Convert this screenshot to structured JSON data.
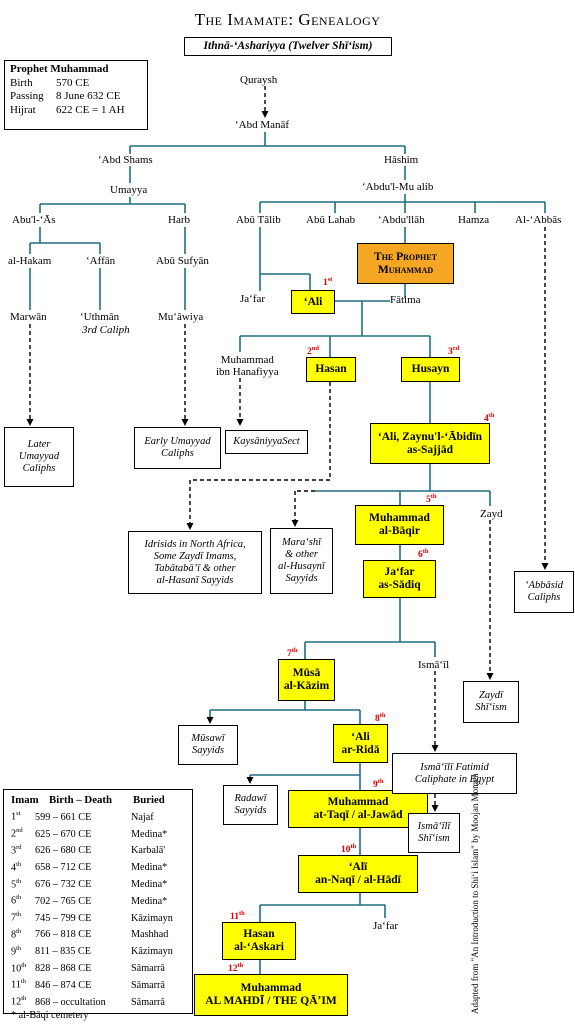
{
  "title": "The Imamate: Genealogy",
  "subtitle": "Ithnā-ʻAshariyya (Twelver Shīʻism)",
  "info": {
    "heading": "Prophet Muhammad",
    "rows": [
      {
        "key": "Birth",
        "value": "570 CE"
      },
      {
        "key": "Passing",
        "value": "8 June 632 CE"
      },
      {
        "key": "Hijrat",
        "value": "622 CE = 1 AH"
      }
    ]
  },
  "names": {
    "quraysh": "Quraysh",
    "abd_manaf": "ʻAbd Manāf",
    "abd_shams": "ʻAbd Shams",
    "hashim": "Hāshim",
    "umayya": "Umayya",
    "abdul_mutalib": "ʻAbdu'l-Mu  alib",
    "abul_as": "Abu'l-ʻĀs",
    "harb": "Harb",
    "abu_talib": "Abū Tālib",
    "abu_lahab": "Abū Lahab",
    "abdullah": "ʻAbdu'llāh",
    "hamza": "Hamza",
    "al_abbas": "Al-ʻAbbās",
    "al_hakam": "al-Hakam",
    "affan": "ʻAffān",
    "abu_sufyan": "Abū Sufyān",
    "marwan": "Marwān",
    "uthman": "ʻUthmān",
    "uthman_caliph": "3rd Caliph",
    "muawiya": "Muʻāwiya",
    "jafar1": "Jaʻfar",
    "fatima": "Fātima",
    "muhammad_ibn_hanafiyya": "Muhammad\nibn Hanafiyya",
    "zayd": "Zayd",
    "ismail": "Ismāʻīl",
    "jafar2": "Jaʻfar"
  },
  "prophet": "The Prophet\nMuhammad",
  "imams": [
    {
      "ord": "1",
      "sup": "st",
      "name": "ʻAli"
    },
    {
      "ord": "2",
      "sup": "nd",
      "name": "Hasan"
    },
    {
      "ord": "3",
      "sup": "rd",
      "name": "Husayn"
    },
    {
      "ord": "4",
      "sup": "th",
      "name": "ʻAli, Zaynu'l-ʻĀbidīn\nas-Sajjād"
    },
    {
      "ord": "5",
      "sup": "th",
      "name": "Muhammad\nal-Bāqir"
    },
    {
      "ord": "6",
      "sup": "th",
      "name": "Jaʻfar\nas-Sādiq"
    },
    {
      "ord": "7",
      "sup": "th",
      "name": "Mūsā\nal-Kāzim"
    },
    {
      "ord": "8",
      "sup": "th",
      "name": "ʻAli\nar-Ridā"
    },
    {
      "ord": "9",
      "sup": "th",
      "name": "Muhammad\nat-Taqī / al-Jawād"
    },
    {
      "ord": "10",
      "sup": "th",
      "name": "ʻAlī\nan-Naqī / al-Hādī"
    },
    {
      "ord": "11",
      "sup": "th",
      "name": "Hasan\nal-ʻAskari"
    },
    {
      "ord": "12",
      "sup": "th",
      "name": "Muhammad\nAL MAHDĪ / THE QĀʼIM"
    }
  ],
  "outcomes": {
    "later_umayyad": "Later\nUmayyad\nCaliphs",
    "early_umayyad": "Early Umayyad\nCaliphs",
    "kaysaniyya": "KaysāniyyaSect",
    "idrisids": "Idrisids in North Africa,\nSome Zaydī Imams,\nTabātabāʼī & other\nal-Hasanī Sayyids",
    "marashi": "Maraʻshī\n& other\nal-Husaynī\nSayyids",
    "abbasid": "ʻAbbāsid\nCaliphs",
    "zaydi": "Zaydī\nShīʻism",
    "musawi": "Mūsawī\nSayyids",
    "ismaili_fatimid": "Ismāʻīlī Fatimid\nCaliphate in Egypt",
    "radawi": "Radawī\nSayyids",
    "ismaili_shiism": "Ismāʻīlī\nShīʻism"
  },
  "table": {
    "headers": [
      "Imam",
      "Birth – Death",
      "Buried"
    ],
    "rows": [
      {
        "n": "1",
        "s": "st",
        "dates": "599 – 661 CE",
        "place": "Najaf"
      },
      {
        "n": "2",
        "s": "nd",
        "dates": "625 – 670 CE",
        "place": "Medina*"
      },
      {
        "n": "3",
        "s": "rd",
        "dates": "626 – 680 CE",
        "place": "Karbalā'"
      },
      {
        "n": "4",
        "s": "th",
        "dates": "658 – 712 CE",
        "place": "Medina*"
      },
      {
        "n": "5",
        "s": "th",
        "dates": "676 – 732 CE",
        "place": "Medina*"
      },
      {
        "n": "6",
        "s": "th",
        "dates": "702 – 765 CE",
        "place": "Medina*"
      },
      {
        "n": "7",
        "s": "th",
        "dates": "745 – 799 CE",
        "place": "Kāzimayn"
      },
      {
        "n": "8",
        "s": "th",
        "dates": "766 – 818 CE",
        "place": "Mashhad"
      },
      {
        "n": "9",
        "s": "th",
        "dates": "811 – 835 CE",
        "place": "Kāzimayn"
      },
      {
        "n": "10",
        "s": "th",
        "dates": "828 – 868 CE",
        "place": "Sāmarrā"
      },
      {
        "n": "11",
        "s": "th",
        "dates": "846 – 874 CE",
        "place": "Sāmarrā"
      },
      {
        "n": "12",
        "s": "th",
        "dates": "868 – occultation",
        "place": "Sāmarrā"
      }
    ],
    "footnote": "* al-Bāqi cemetery"
  },
  "credit": "Adapted from \"An Introduction to Shiʻi Islam\" by Moojan Momen",
  "colors": {
    "line": "#1f6e80",
    "imam_box": "#ffff00",
    "prophet_box": "#f5a623",
    "ordinal": "#e00000"
  }
}
